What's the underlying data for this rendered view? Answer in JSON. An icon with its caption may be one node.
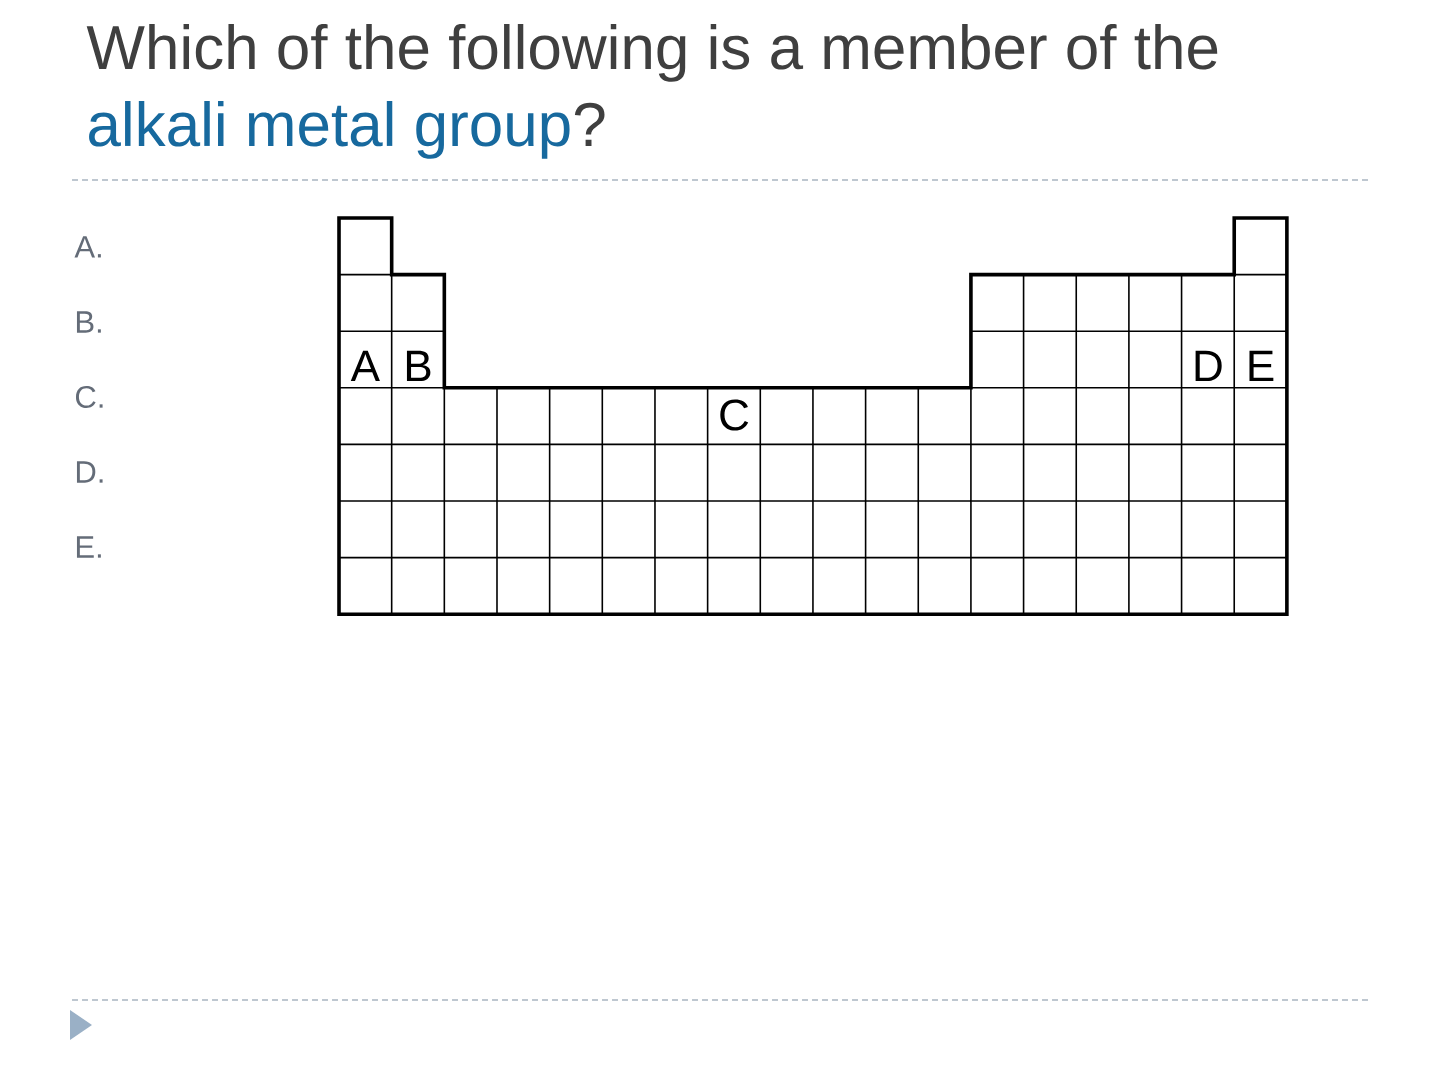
{
  "diagram": {
    "title": "Which of the following is a member of the alkali metal group?",
    "labels": [
      "A.",
      "B.",
      "C.",
      "D.",
      "E.",
      "A",
      "B",
      "D",
      "E",
      "C"
    ]
  }
}
